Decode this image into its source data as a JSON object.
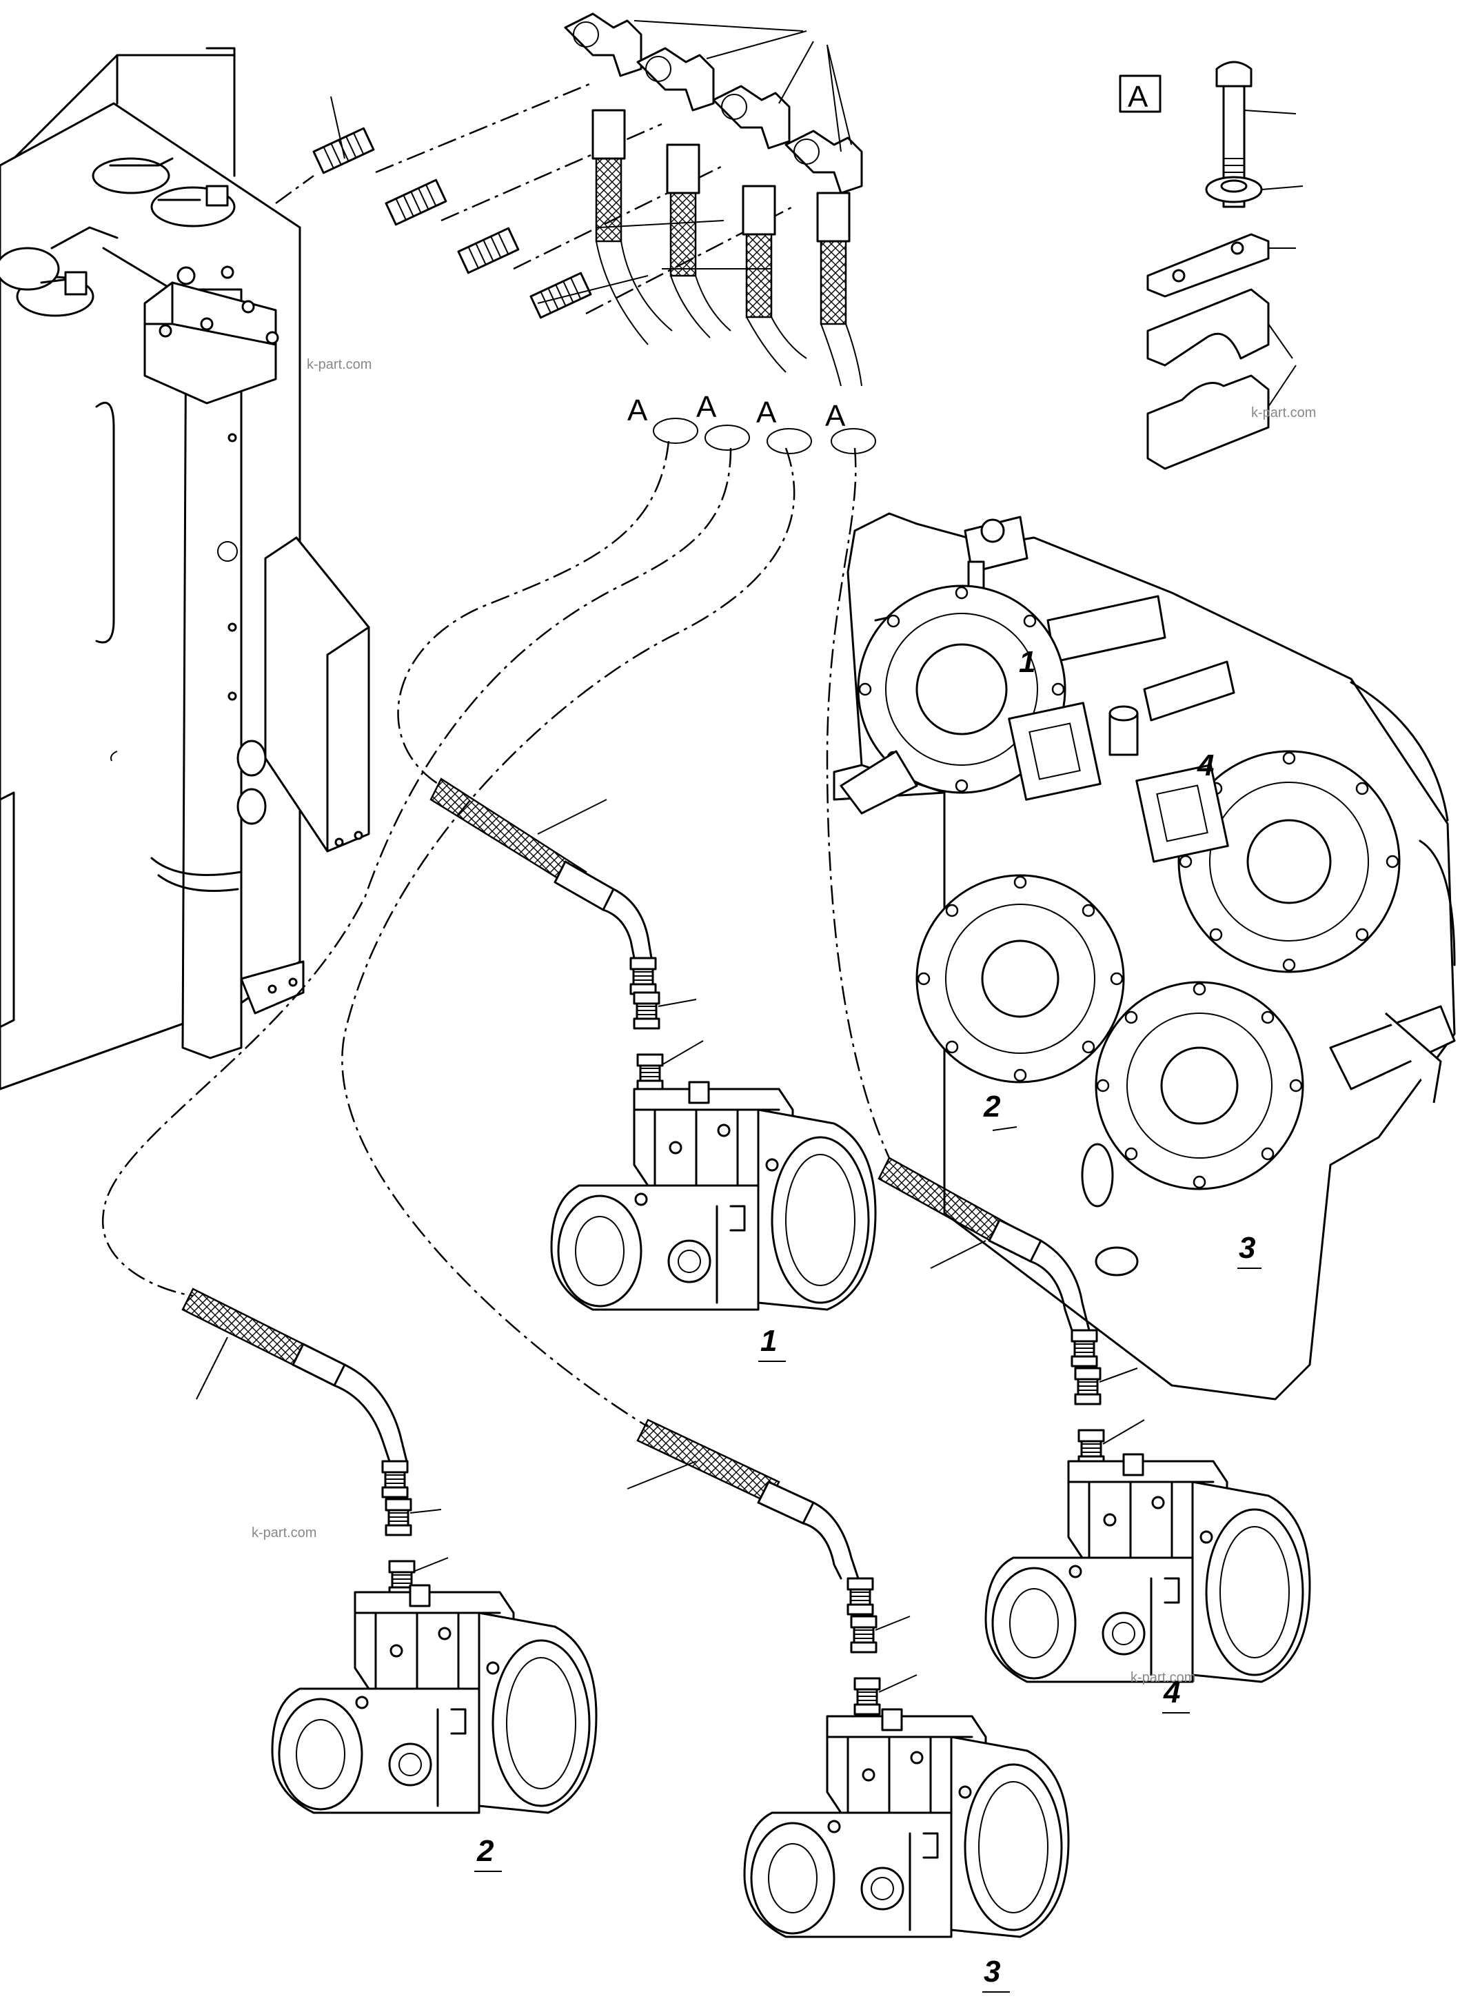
{
  "callouts": {
    "detail_marker": "A",
    "hose_markers": [
      "A",
      "A",
      "A",
      "A"
    ],
    "gearbox_ports": [
      "1",
      "4",
      "2",
      "3"
    ],
    "pump_labels": [
      "1",
      "2",
      "3",
      "4"
    ]
  },
  "watermarks": [
    "k-part.com",
    "k-part.com",
    "k-part.com",
    "k-part.com"
  ]
}
